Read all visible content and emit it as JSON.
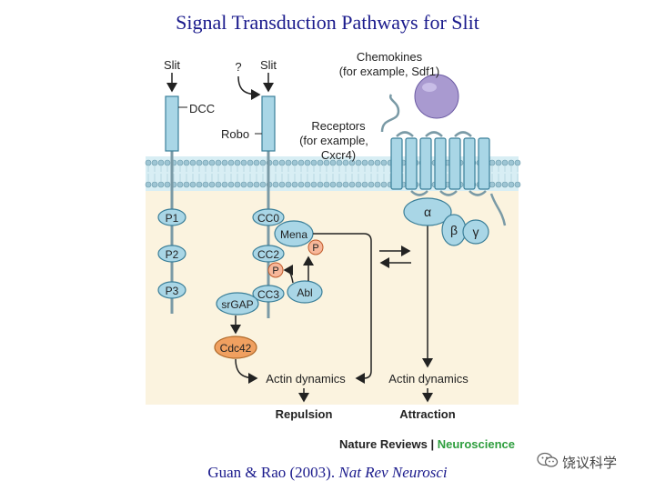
{
  "slide": {
    "title": "Signal Transduction Pathways for Slit",
    "citation_authors": "Guan & Rao (2003). ",
    "citation_journal": "Nat Rev Neurosci"
  },
  "figure": {
    "ligands": {
      "slit_left": "Slit",
      "unknown": "?",
      "slit_right": "Slit",
      "chemokines_line1": "Chemokines",
      "chemokines_line2": "(for example, Sdf1)"
    },
    "receptors": {
      "dcc": "DCC",
      "robo": "Robo",
      "receptors_line1": "Receptors",
      "receptors_line2": "(for example,",
      "receptors_line3": "Cxcr4)"
    },
    "dcc_domains": [
      "P1",
      "P2",
      "P3"
    ],
    "robo_domains": [
      "CC0",
      "CC2",
      "CC3"
    ],
    "proteins": {
      "mena": "Mena",
      "abl": "Abl",
      "srgap": "srGAP",
      "cdc42": "Cdc42",
      "phospho_1": "P",
      "phospho_2": "P"
    },
    "g_protein": {
      "alpha": "α",
      "beta": "β",
      "gamma": "γ"
    },
    "outputs": {
      "actin_left": "Actin dynamics",
      "actin_right": "Actin dynamics",
      "repulsion": "Repulsion",
      "attraction": "Attraction"
    },
    "credit_main": "Nature Reviews | ",
    "credit_journal": "Neuroscience"
  },
  "watermark": {
    "text": "饶议科学",
    "icon": "wechat-icon"
  },
  "colors": {
    "title": "#1a1a8c",
    "membrane_band": "#d8eef4",
    "cytoplasm": "#fbf3df",
    "receptor_fill": "#a9d6e6",
    "receptor_stroke": "#3b7f99",
    "chemokine": "#a99ad0",
    "phospho": "#f7b79a",
    "cdc42": "#f0a060",
    "journal_green": "#2e9e3e"
  }
}
